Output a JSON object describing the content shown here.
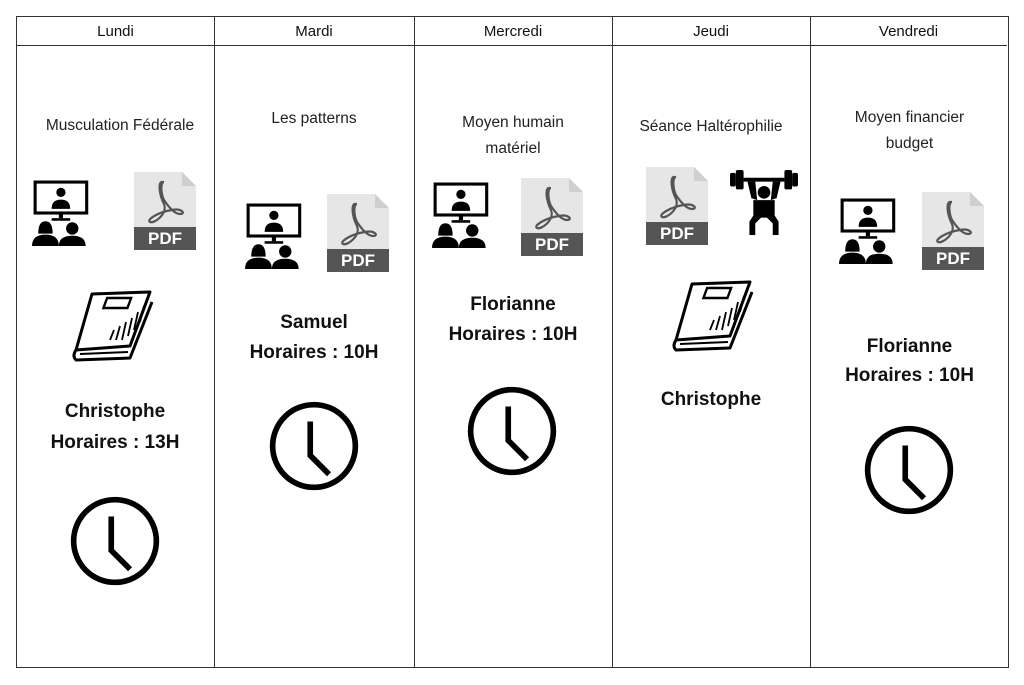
{
  "days": [
    {
      "name": "Lundi",
      "title": "Musculation Fédérale",
      "person": "Christophe",
      "schedule": "Horaires : 13H",
      "icons": [
        "videoconference-icon",
        "pdf-icon",
        "book-icon",
        "clock-icon"
      ]
    },
    {
      "name": "Mardi",
      "title": "Les patterns",
      "person": "Samuel",
      "schedule": "Horaires : 10H",
      "icons": [
        "videoconference-icon",
        "pdf-icon",
        "clock-icon"
      ]
    },
    {
      "name": "Mercredi",
      "title_line1": "Moyen humain",
      "title_line2": "matériel",
      "person": "Florianne",
      "schedule": "Horaires : 10H",
      "icons": [
        "videoconference-icon",
        "pdf-icon",
        "clock-icon"
      ]
    },
    {
      "name": "Jeudi",
      "title": "Séance Haltérophilie",
      "person": "Christophe",
      "icons": [
        "pdf-icon",
        "weightlifting-icon",
        "book-icon"
      ]
    },
    {
      "name": "Vendredi",
      "title_line1": "Moyen financier",
      "title_line2": "budget",
      "person": "Florianne",
      "schedule": "Horaires : 10H",
      "icons": [
        "videoconference-icon",
        "pdf-icon",
        "clock-icon"
      ]
    }
  ],
  "pdf_label": "PDF"
}
